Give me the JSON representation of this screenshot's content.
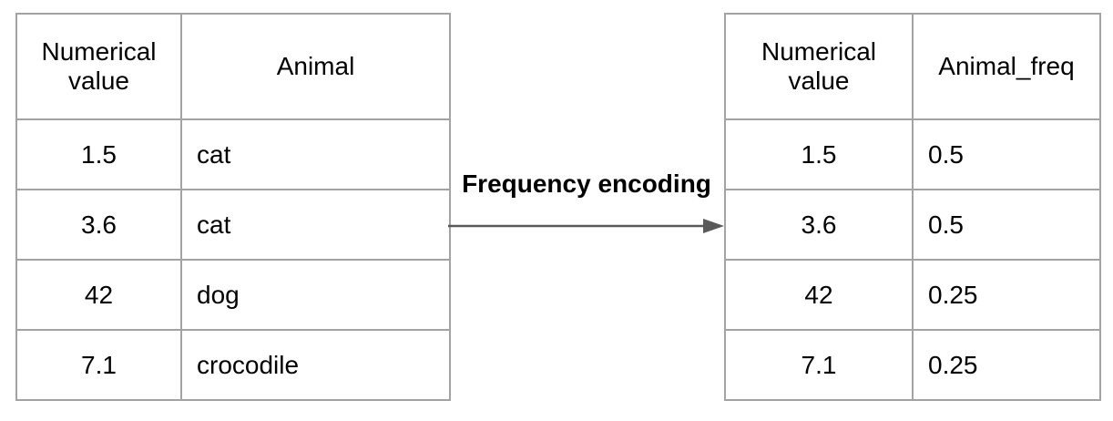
{
  "diagram": {
    "label": "Frequency encoding"
  },
  "left_table": {
    "headers": [
      "Numerical value",
      "Animal"
    ],
    "rows": [
      {
        "value": "1.5",
        "animal": "cat"
      },
      {
        "value": "3.6",
        "animal": "cat"
      },
      {
        "value": "42",
        "animal": "dog"
      },
      {
        "value": "7.1",
        "animal": "crocodile"
      }
    ]
  },
  "right_table": {
    "headers": [
      "Numerical value",
      "Animal_freq"
    ],
    "rows": [
      {
        "value": "1.5",
        "freq": "0.5"
      },
      {
        "value": "3.6",
        "freq": "0.5"
      },
      {
        "value": "42",
        "freq": "0.25"
      },
      {
        "value": "7.1",
        "freq": "0.25"
      }
    ]
  },
  "colors": {
    "table_border": "#a3a3a3",
    "arrow": "#595959",
    "text": "#000000"
  }
}
